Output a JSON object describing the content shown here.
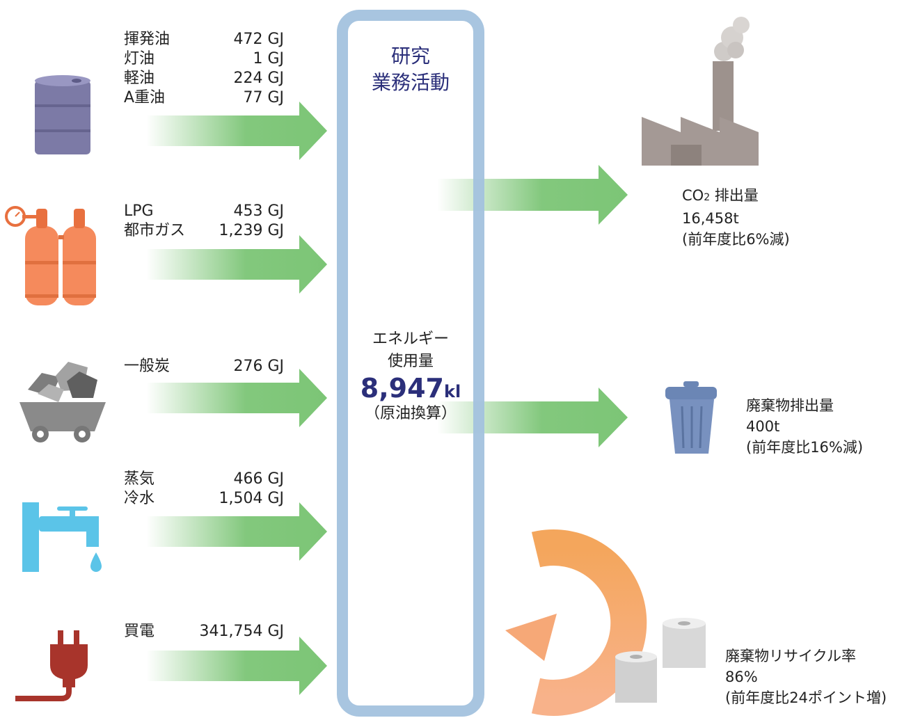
{
  "inputs": [
    {
      "items": [
        {
          "label": "揮発油",
          "value": "472 GJ"
        },
        {
          "label": "灯油",
          "value": "1 GJ"
        },
        {
          "label": "軽油",
          "value": "224 GJ"
        },
        {
          "label": "A重油",
          "value": "77 GJ"
        }
      ]
    },
    {
      "items": [
        {
          "label": "LPG",
          "value": "453 GJ"
        },
        {
          "label": "都市ガス",
          "value": "1,239 GJ"
        }
      ]
    },
    {
      "items": [
        {
          "label": "一般炭",
          "value": "276 GJ"
        }
      ]
    },
    {
      "items": [
        {
          "label": "蒸気",
          "value": "466 GJ"
        },
        {
          "label": "冷水",
          "value": "1,504 GJ"
        }
      ]
    },
    {
      "items": [
        {
          "label": "買電",
          "value": "341,754 GJ"
        }
      ]
    }
  ],
  "center": {
    "title_line1": "研究",
    "title_line2": "業務活動",
    "energy_label_line1": "エネルギー",
    "energy_label_line2": "使用量",
    "energy_value": "8,947",
    "energy_unit": "kl",
    "energy_note": "（原油換算）"
  },
  "outputs": {
    "co2": {
      "label_main": "CO",
      "label_sub": "2",
      "label_rest": " 排出量",
      "value": "16,458t",
      "note": "(前年度比6%減)"
    },
    "waste": {
      "label": "廃棄物排出量",
      "value": "400t",
      "note": "(前年度比16%減)"
    },
    "recycle": {
      "label": "廃棄物リサイクル率",
      "value": "86%",
      "note": "(前年度比24ポイント増)"
    }
  },
  "icons": [
    "oil-drum-icon",
    "gas-cylinder-icon",
    "coal-cart-icon",
    "water-tap-icon",
    "power-plug-icon",
    "factory-icon",
    "trash-can-icon",
    "recycle-arrow-icon",
    "toilet-paper-icon"
  ],
  "colors": {
    "arrow_green": "#7cc576",
    "frame_blue": "#a3c2de",
    "title_navy": "#2b2f7a",
    "drum": "#7c7aa6",
    "cylinder": "#f58a5c",
    "coal_cart": "#8a8a8a",
    "tap": "#5bc4e8",
    "plug": "#a8342b",
    "factory": "#a09691",
    "trash": "#6b86b5",
    "recycle_orange": "#f7a86a"
  }
}
